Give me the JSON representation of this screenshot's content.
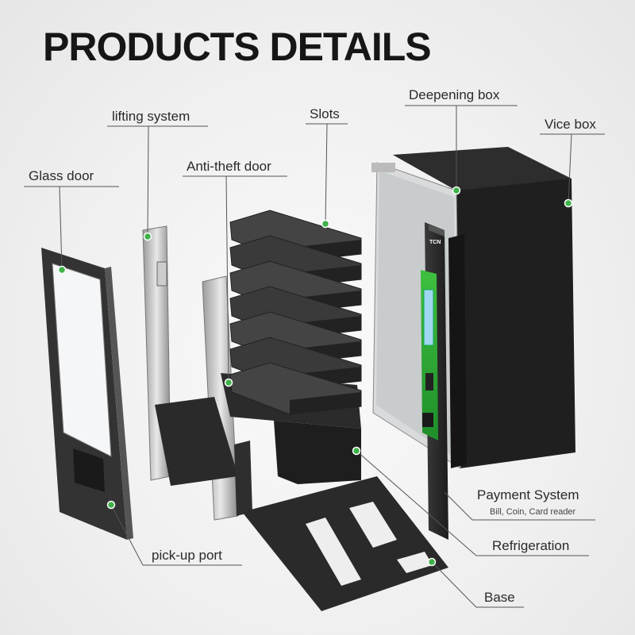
{
  "title": "PRODUCTS DETAILS",
  "brand_logo": "TCN",
  "accent_color": "#3fb24a",
  "labels": {
    "glass_door": "Glass door",
    "lifting_system": "lifting system",
    "anti_theft_door": "Anti-theft door",
    "slots": "Slots",
    "deepening_box": "Deepening box",
    "vice_box": "Vice box",
    "payment_system": "Payment System",
    "payment_methods": "Bill, Coin,  Card reader",
    "refrigeration": "Refrigeration",
    "base": "Base",
    "pick_up_port": "pick-up port"
  }
}
